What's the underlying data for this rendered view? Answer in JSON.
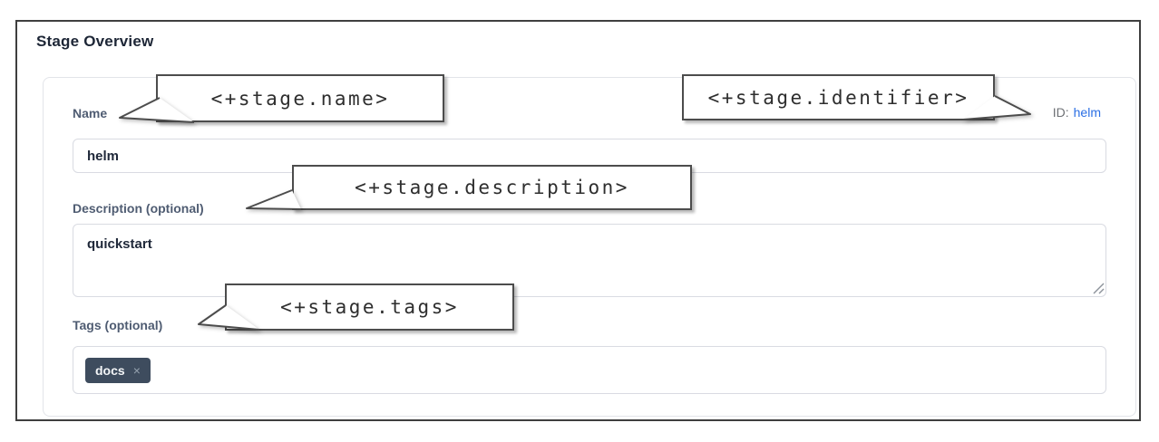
{
  "page": {
    "title": "Stage Overview"
  },
  "form": {
    "name": {
      "label": "Name",
      "value": "helm"
    },
    "identifier": {
      "label": "ID:",
      "value": "helm"
    },
    "description": {
      "label": "Description (optional)",
      "value": "quickstart"
    },
    "tags": {
      "label": "Tags (optional)",
      "items": [
        {
          "text": "docs",
          "remove_glyph": "×"
        }
      ]
    }
  },
  "callouts": {
    "name": {
      "text": "<+stage.name>"
    },
    "identifier": {
      "text": "<+stage.identifier>"
    },
    "description": {
      "text": "<+stage.description>"
    },
    "tags": {
      "text": "<+stage.tags>"
    }
  },
  "colors": {
    "accent_blue": "#2b6fe4",
    "tag_chip_bg": "#3e4c5e",
    "label_gray": "#4f5c72",
    "input_border": "#d9dbe2",
    "callout_border": "#4c4c4c",
    "frame_border": "#3f3f3f"
  }
}
